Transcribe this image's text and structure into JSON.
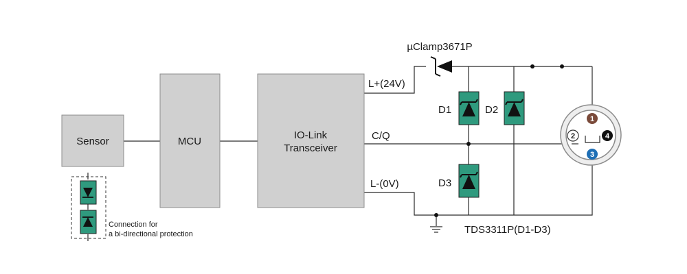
{
  "blocks": {
    "sensor": "Sensor",
    "mcu": "MCU",
    "transceiver_line1": "IO-Link",
    "transceiver_line2": "Transceiver"
  },
  "lines": {
    "l_plus": "L+(24V)",
    "cq": "C/Q",
    "l_minus": "L-(0V)"
  },
  "components": {
    "tvs_top": "µClamp3671P",
    "d1": "D1",
    "d2": "D2",
    "d3": "D3",
    "tvs_bottom": "TDS3311P(D1-D3)"
  },
  "connector": {
    "pin1": "1",
    "pin2": "2",
    "pin3": "3",
    "pin4": "4",
    "colors": {
      "pin1": "#7a4a3a",
      "pin2": "#ffffff",
      "pin3": "#1f6fb5",
      "pin4": "#111111"
    }
  },
  "note": {
    "line1": "Connection for",
    "line2": "a bi-directional protection"
  },
  "colors": {
    "block_fill": "#d0d0d0",
    "diode_fill": "#2f9a7e"
  }
}
